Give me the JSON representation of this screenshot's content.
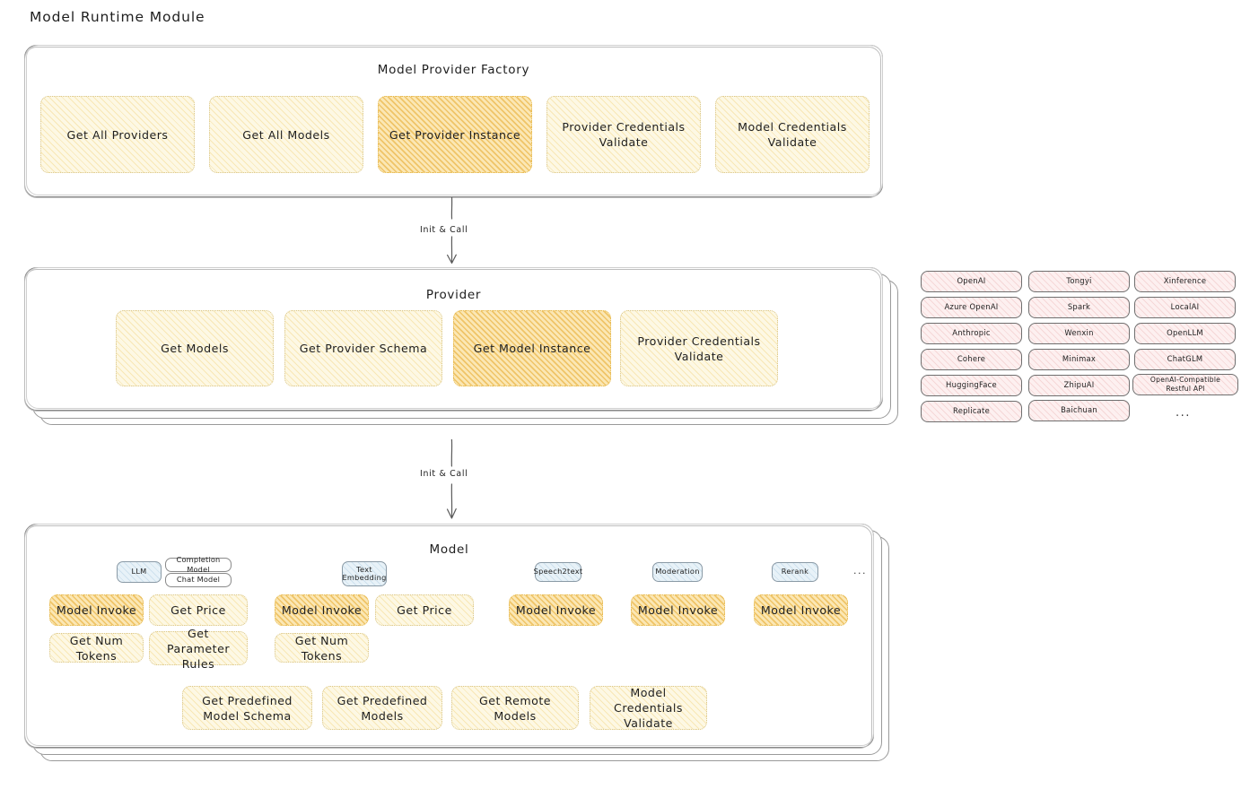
{
  "page": {
    "title": "Model Runtime Module",
    "ellipsis": "..."
  },
  "colors": {
    "highlight_amber": "#fbe7b4",
    "node_yellow": "#fdf8e4",
    "chip_blue": "#e8f2f8",
    "provider_pink": "#fdf0f0",
    "stroke": "#8a8a8a"
  },
  "factory": {
    "title": "Model Provider Factory",
    "nodes": [
      {
        "label": "Get All Providers",
        "highlighted": false
      },
      {
        "label": "Get All Models",
        "highlighted": false
      },
      {
        "label": "Get Provider Instance",
        "highlighted": true
      },
      {
        "label": "Provider Credentials Validate",
        "highlighted": false
      },
      {
        "label": "Model Credentials Validate",
        "highlighted": false
      }
    ]
  },
  "arrows": [
    {
      "label": "Init & Call",
      "from": "Model Provider Factory",
      "to": "Provider"
    },
    {
      "label": "Init & Call",
      "from": "Provider",
      "to": "Model"
    }
  ],
  "provider": {
    "title": "Provider",
    "nodes": [
      {
        "label": "Get Models",
        "highlighted": false
      },
      {
        "label": "Get Provider Schema",
        "highlighted": false
      },
      {
        "label": "Get Model Instance",
        "highlighted": true
      },
      {
        "label": "Provider Credentials Validate",
        "highlighted": false
      }
    ]
  },
  "provider_list": {
    "columns": [
      [
        "OpenAI",
        "Azure OpenAI",
        "Anthropic",
        "Cohere",
        "HuggingFace",
        "Replicate"
      ],
      [
        "Tongyi",
        "Spark",
        "Wenxin",
        "Minimax",
        "ZhipuAI",
        "Baichuan"
      ],
      [
        "Xinference",
        "LocalAI",
        "OpenLLM",
        "ChatGLM",
        "OpenAI-Compatible Restful API"
      ]
    ],
    "more": "..."
  },
  "model": {
    "title": "Model",
    "more": "...",
    "types": [
      {
        "name": "LLM",
        "sub_chips": [
          "Completion Model",
          "Chat Model"
        ],
        "methods": [
          {
            "label": "Model Invoke",
            "highlighted": true
          },
          {
            "label": "Get Price",
            "highlighted": false
          },
          {
            "label": "Get Num Tokens",
            "highlighted": false
          },
          {
            "label": "Get Parameter Rules",
            "highlighted": false
          }
        ]
      },
      {
        "name": "Text Embedding",
        "sub_chips": [],
        "methods": [
          {
            "label": "Model Invoke",
            "highlighted": true
          },
          {
            "label": "Get Price",
            "highlighted": false
          },
          {
            "label": "Get Num Tokens",
            "highlighted": false
          }
        ]
      },
      {
        "name": "Speech2text",
        "sub_chips": [],
        "methods": [
          {
            "label": "Model Invoke",
            "highlighted": true
          }
        ]
      },
      {
        "name": "Moderation",
        "sub_chips": [],
        "methods": [
          {
            "label": "Model Invoke",
            "highlighted": true
          }
        ]
      },
      {
        "name": "Rerank",
        "sub_chips": [],
        "methods": [
          {
            "label": "Model Invoke",
            "highlighted": true
          }
        ]
      }
    ],
    "shared_methods": [
      "Get Predefined Model Schema",
      "Get Predefined Models",
      "Get Remote Models",
      "Model Credentials Validate"
    ]
  }
}
